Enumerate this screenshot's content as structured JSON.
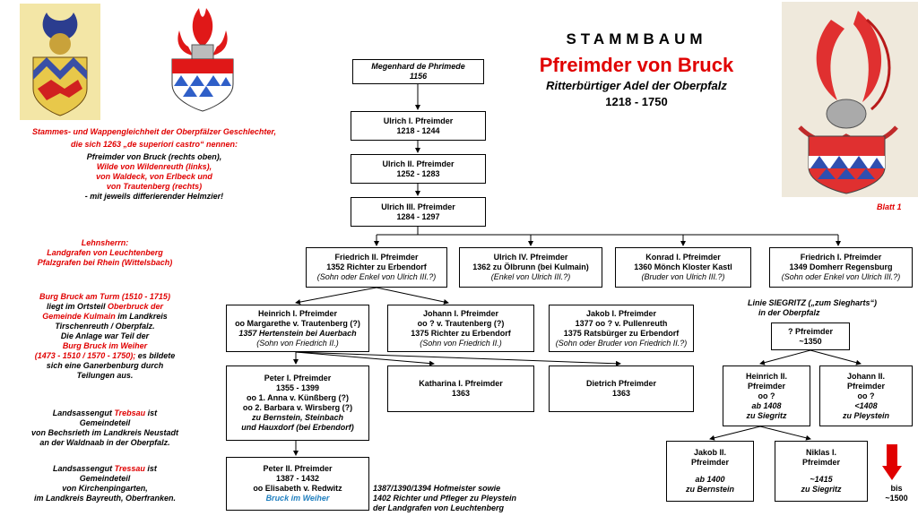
{
  "header": {
    "title": "STAMMBAUM",
    "family": "Pfreimder von Bruck",
    "subtitle": "Ritterbürtiger Adel der Oberpfalz",
    "years": "1218 - 1750",
    "sheet": "Blatt 1"
  },
  "left_text": {
    "wappen_lines_red": [
      "Stammes- und Wappengleichheit der Oberpfälzer Geschlechter,",
      "die sich 1263 „de superiori castro“ nennen:"
    ],
    "wappen_l3": "Pfreimder von Bruck (rechts  oben),",
    "wappen_l4": "Wilde von Wildenreuth (links),",
    "wappen_l5": "von Waldeck, von Erlbeck und",
    "wappen_l6": "von Trautenberg  (rechts)",
    "wappen_l7": "- mit jeweils differierender Helmzier!",
    "lehns_1": "Lehnsherrn:",
    "lehns_2": "Landgrafen von Leuchtenberg",
    "lehns_3": "Pfalzgrafen bei Rhein (Wittelsbach)",
    "burg_1": "Burg Bruck am Turm (1510 - 1715)",
    "burg_2a": "liegt im Ortsteil ",
    "burg_2b": "Oberbruck der",
    "burg_3": "Gemeinde Kulmain",
    "burg_3b": " im Landkreis",
    "burg_4": "Tirschenreuth  / Oberpfalz.",
    "burg_5": "Die Anlage war Teil der",
    "burg_6": "Burg Bruck im Weiher",
    "burg_7a": "(1473 - 1510 / 1570 - 1750);",
    "burg_7b": " es bildete",
    "burg_8": "sich eine Ganerbenburg  durch",
    "burg_9": "Teilungen aus.",
    "treb_1a": "Landsassengut  ",
    "treb_1b": "Trebsau",
    "treb_1c": "  ist",
    "treb_2": "Gemeindeteil",
    "treb_3": "von Bechsrieth  im Landkreis Neustadt",
    "treb_4": "an der Waldnaab in der Oberpfalz.",
    "tres_1a": "Landsassengut  ",
    "tres_1b": "Tressau",
    "tres_1c": "  ist",
    "tres_2": "Gemeindeteil",
    "tres_3": "von Kirchenpingarten,",
    "tres_4": "im Landkreis Bayreuth,  Oberfranken."
  },
  "persons": {
    "megenhard": {
      "name": "Megenhard de Phrimede",
      "years": "1156"
    },
    "ulrich1": {
      "name": "Ulrich I. Pfreimder",
      "years": "1218  -  1244"
    },
    "ulrich2": {
      "name": "Ulrich II. Pfreimder",
      "years": "1252  -  1283"
    },
    "ulrich3": {
      "name": "Ulrich III. Pfreimder",
      "years": "1284  -  1297"
    },
    "friedrich2": {
      "name": "Friedrich II. Pfreimder",
      "l2": "1352 Richter zu Erbendorf",
      "l3": "(Sohn oder Enkel von Ulrich III.?)"
    },
    "ulrich4": {
      "name": "Ulrich IV. Pfreimder",
      "l2": "1362 zu Ölbrunn  (bei Kulmain)",
      "l3": "(Enkel von Ulrich III.?)"
    },
    "konrad1": {
      "name": "Konrad I. Pfreimder",
      "l2": "1360 Mönch Kloster Kastl",
      "l3": "(Bruder von Ulrich III.?)"
    },
    "friedrich1": {
      "name": "Friedrich I. Pfreimder",
      "l2": "1349 Domherr Regensburg",
      "l3": "(Sohn oder Enkel von Ulrich III.?)"
    },
    "heinrich1": {
      "name": "Heinrich I. Pfreimder",
      "l2": "oo Margarethe v. Trautenberg (?)",
      "l3": "1357 Hertenstein bei Auerbach",
      "l4": "(Sohn von Friedrich II.)"
    },
    "johann1": {
      "name": "Johann I. Pfreimder",
      "l2": "oo ? v. Trautenberg (?)",
      "l3": "1375 Richter zu Erbendorf",
      "l4": "(Sohn von Friedrich II.)"
    },
    "jakob1": {
      "name": "Jakob I. Pfreimder",
      "l2": "1377 oo ? v. Pullenreuth",
      "l3": "1375 Ratsbürger zu Erbendorf",
      "l4": "(Sohn oder Bruder von Friedrich II.?)"
    },
    "peter1": {
      "name": "Peter I. Pfreimder",
      "l2": "1355  -  1399",
      "l3": "oo 1. Anna v. Künßberg (?)",
      "l4": "oo 2. Barbara v. Wirsberg (?)",
      "l5": "zu Bernstein, Steinbach",
      "l6": "und Hauxdorf (bei Erbendorf)"
    },
    "katharina1": {
      "name": "Katharina I. Pfreimder",
      "years": "1363"
    },
    "dietrich": {
      "name": "Dietrich Pfreimder",
      "years": "1363"
    },
    "peter2": {
      "name": "Peter II. Pfreimder",
      "l2": "1387  -  1432",
      "l3": "oo Elisabeth  v. Redwitz",
      "l4": "Bruck im Weiher"
    },
    "unknown": {
      "name": "? Pfreimder",
      "years": "~1350"
    },
    "heinrich2": {
      "name1": "Heinrich II.",
      "name2": "Pfreimder",
      "l2": "oo ?",
      "l3": "ab 1408",
      "l4": "zu Siegritz"
    },
    "johann2": {
      "name1": "Johann II.",
      "name2": "Pfreimder",
      "l2": "oo ?",
      "l3": "<1408",
      "l4": "zu Pleystein"
    },
    "jakob2": {
      "name1": "Jakob II.",
      "name2": "Pfreimder",
      "l2": "ab 1400",
      "l3": "zu Bernstein"
    },
    "niklas1": {
      "name1": "Niklas I.",
      "name2": "Pfreimder",
      "l2": "~1415",
      "l3": "zu Siegritz"
    }
  },
  "notes": {
    "hofmeister_1": "1387/1390/1394 Hofmeister sowie",
    "hofmeister_2": "1402 Richter und Pfleger zu Pleystein",
    "hofmeister_3": "der Landgrafen von Leuchtenberg",
    "linie_1": "Linie SIEGRITZ („zum Siegharts“)",
    "linie_2": "in der Oberpfalz",
    "bis_1": "bis",
    "bis_2": "~1500"
  },
  "colors": {
    "accent_red": "#e00000",
    "link_blue": "#1f7fbf"
  }
}
